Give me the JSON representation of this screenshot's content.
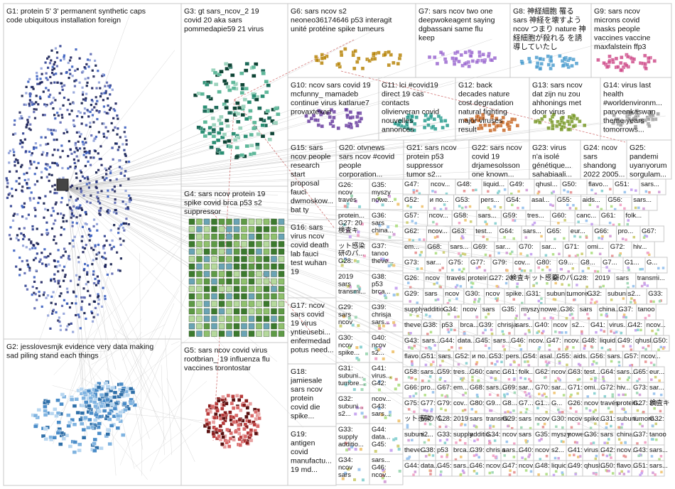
{
  "groups": [
    {
      "id": "g1",
      "lines": [
        "G1: protein 5' 3' permanent synthetic caps",
        "code ubiquitous installation foreign"
      ]
    },
    {
      "id": "g2",
      "lines": [
        "G2: jesslovesmjk evidence very data making",
        "sad piling stand each things"
      ]
    },
    {
      "id": "g3",
      "lines": [
        "G3: gt sars_ncov_2 19",
        "covid 20 aka sars",
        "pommedapie59 21 virus"
      ]
    },
    {
      "id": "g4",
      "lines": [
        "G4: sars ncov protein 19",
        "spike covid brca p53 s2",
        "suppressor"
      ]
    },
    {
      "id": "g5",
      "lines": [
        "G5: sars ncov covid virus",
        "rootbrian_ 19 influenza flu",
        "vaccines torontostar"
      ]
    },
    {
      "id": "g6",
      "lines": [
        "G6: sars ncov s2",
        "neoneo36174646 p53 interagit",
        "unité protéine spike tumeurs"
      ]
    },
    {
      "id": "g7",
      "lines": [
        "G7: sars ncov two one",
        "deepwokeagent saying",
        "dgbassani same flu",
        "keep"
      ]
    },
    {
      "id": "g8",
      "lines": [
        "G8: 神経細胞 罹る",
        "sars 神経を壊すよう",
        "ncov つまり nature 神",
        "経細胞が殺れる を誘",
        "導していたし"
      ]
    },
    {
      "id": "g9",
      "lines": [
        "G9: sars ncov",
        "microns covid",
        "masks people",
        "vaccines vaccine",
        "maxfalstein ffp3"
      ]
    },
    {
      "id": "g10",
      "lines": [
        "G10: ncov sars covid 19",
        "mcfunny_ mamadeb",
        "continue virus katlarue7",
        "provaxtexan"
      ]
    },
    {
      "id": "g11",
      "lines": [
        "G11: lci #covid19",
        "direct 19 cas",
        "contacts",
        "olivierveran covid",
        "nouvelles",
        "annonces"
      ]
    },
    {
      "id": "g12",
      "lines": [
        "G12: back",
        "decades nature",
        "cost degradation",
        "natural fighting",
        "major viruses",
        "result"
      ]
    },
    {
      "id": "g13",
      "lines": [
        "G13: sars ncov",
        "dat zijn nu zou",
        "ahhonings met",
        "door virus"
      ]
    },
    {
      "id": "g14",
      "lines": [
        "G14: virus last",
        "health",
        "#worldenvironm...",
        "parveenkaswan",
        "theme years",
        "tomorrows..."
      ]
    },
    {
      "id": "g15",
      "lines": [
        "G15: sars",
        "ncov people",
        "research",
        "start",
        "proposal",
        "fauci",
        "dwmoskow...",
        "bat ty"
      ]
    },
    {
      "id": "g16",
      "lines": [
        "G16: sars",
        "virus ncov",
        "covid death",
        "lab fauci",
        "test wuhan",
        "19"
      ]
    },
    {
      "id": "g17",
      "lines": [
        "G17: ncov",
        "sars covid",
        "19 virus",
        "yntieusebi...",
        "enfermedad",
        "potus need..."
      ]
    },
    {
      "id": "g18",
      "lines": [
        "G18:",
        "jamiesale",
        "sars ncov",
        "protein",
        "covid die",
        "spike..."
      ]
    },
    {
      "id": "g19",
      "lines": [
        "G19:",
        "antigen",
        "covid",
        "manufactu...",
        "19 md..."
      ]
    },
    {
      "id": "g20",
      "lines": [
        "G20: otvnews",
        "sars ncov #covid",
        "people",
        "corporation..."
      ]
    },
    {
      "id": "g21",
      "lines": [
        "G21: sars ncov",
        "protein p53",
        "suppressor",
        "tumor s2..."
      ]
    },
    {
      "id": "g22",
      "lines": [
        "G22: sars ncov",
        "covid 19",
        "drjamesolsson",
        "one known..."
      ]
    },
    {
      "id": "g23",
      "lines": [
        "G23: virus",
        "n'a isolé",
        "génétique...",
        "sahabiaali..."
      ]
    },
    {
      "id": "g24",
      "lines": [
        "G24: ncov",
        "sars",
        "shandong",
        "2022 2005..."
      ]
    },
    {
      "id": "g25",
      "lines": [
        "G25:",
        "pandemi",
        "uyarıyorum",
        "sorgulam..."
      ]
    }
  ],
  "small_labels": [
    "G26:",
    "ncov",
    "través",
    "protein...",
    "G27: 20",
    "検査キ",
    "ット感染",
    "研のパ...",
    "G28:",
    "2019",
    "sars",
    "transmi...",
    "G29:",
    "sars",
    "ncov",
    "G30:",
    "ncov",
    "spike...",
    "G31:",
    "subuni...",
    "tumore...",
    "G32:",
    "subuni...",
    "s2...",
    "G33:",
    "supply",
    "additio...",
    "G34:",
    "ncov",
    "sars",
    "G35:",
    "myszy",
    "nowe...",
    "G36:",
    "sars",
    "china...",
    "G37:",
    "tanoo",
    "theve...",
    "G38:",
    "p53",
    "brca...",
    "G39:",
    "chrisja",
    "sars...",
    "G40:",
    "ncov",
    "s2...",
    "G41:",
    "virus...",
    "G42:",
    "ncov...",
    "G43:",
    "sars...",
    "G44:",
    "data...",
    "G45:",
    "sars...",
    "G46:",
    "ncov...",
    "G47:",
    "ncov...",
    "G48:",
    "liquid...",
    "G49:",
    "qhusl...",
    "G50:",
    "flavo...",
    "G51:",
    "sars...",
    "G52:",
    "и по...",
    "G53:",
    "pers...",
    "G54:",
    "asal...",
    "G55:",
    "aids...",
    "G56:",
    "sars...",
    "G57:",
    "ncov...",
    "G58:",
    "sars...",
    "G59:",
    "tres...",
    "G60:",
    "canc...",
    "G61:",
    "folk...",
    "G62:",
    "ncov...",
    "G63:",
    "test...",
    "G64:",
    "sars...",
    "G65:",
    "eur...",
    "G66:",
    "pro...",
    "G67:",
    "em...",
    "G68:",
    "sars...",
    "G69:",
    "sar...",
    "G70:",
    "sar...",
    "G71:",
    "omi...",
    "G72:",
    "hiv...",
    "G73:",
    "sar...",
    "G75:",
    "G77:",
    "G79:",
    "cov...",
    "G80:",
    "G9...",
    "G8...",
    "G7...",
    "G1...",
    "G..."
  ]
}
